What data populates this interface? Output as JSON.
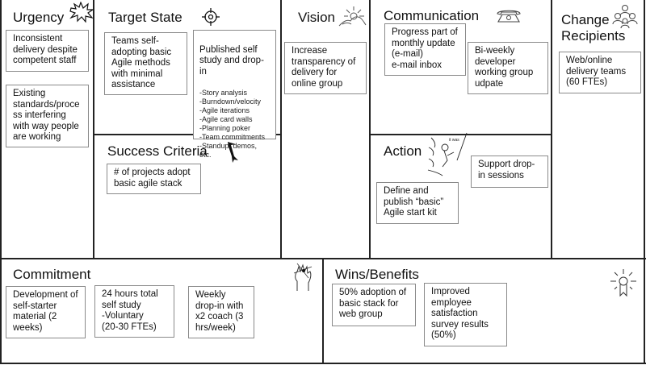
{
  "sections": {
    "urgency": {
      "title": "Urgency",
      "icon": "burst-icon",
      "notes": [
        "Inconsistent\ndelivery despite\ncompetent staff",
        "Existing\nstandards/proce\nss interfering\nwith way people\nare working"
      ]
    },
    "target_state": {
      "title": "Target State",
      "icon": "target-crosshair-icon",
      "notes": [
        "Teams self-\nadopting basic\nAgile methods\nwith minimal\nassistance"
      ],
      "detail_note": {
        "heading": "Published self\nstudy and drop-\nin",
        "items": "-Story analysis\n-Burndown/velocity\n-Agile iterations\n-Agile card walls\n-Planning poker\n-Team commitments\n-Standup, demos,\netc."
      }
    },
    "success_criteria": {
      "title": "Success Criteria",
      "icon": "flag-pennant-icon",
      "notes": [
        "# of projects adopt\nbasic agile stack"
      ]
    },
    "vision": {
      "title": "Vision",
      "icon": "sunrise-mountain-icon",
      "notes": [
        "Increase\ntransparency of\ndelivery for\nonline group"
      ]
    },
    "communication": {
      "title": "Communication",
      "icon": "telephone-icon",
      "notes": [
        "Progress part of\nmonthly update\n(e-mail)\ne-mail inbox",
        "Bi-weekly\ndeveloper\nworking group\nudpate"
      ]
    },
    "action": {
      "title": "Action",
      "icon": "action-sketch-icon",
      "notes": [
        "Support drop-\nin sessions",
        "Define and\npublish “basic”\nAgile start kit"
      ]
    },
    "change_recipients": {
      "title": "Change\nRecipients",
      "icon": "people-group-icon",
      "notes": [
        "Web/online\ndelivery teams\n(60 FTEs)"
      ]
    },
    "commitment": {
      "title": "Commitment",
      "icon": "hand-pledge-icon",
      "notes": [
        "Development of\nself-starter\nmaterial (2\nweeks)",
        "24 hours total\nself study\n-Voluntary\n(20-30 FTEs)",
        "Weekly\ndrop-in with\nx2 coach (3\nhrs/week)"
      ]
    },
    "wins_benefits": {
      "title": "Wins/Benefits",
      "icon": "award-ribbon-icon",
      "notes": [
        "50% adoption of\nbasic stack for\nweb group",
        "Improved\nemployee\nsatisfaction\nsurvey results\n(50%)"
      ]
    }
  }
}
